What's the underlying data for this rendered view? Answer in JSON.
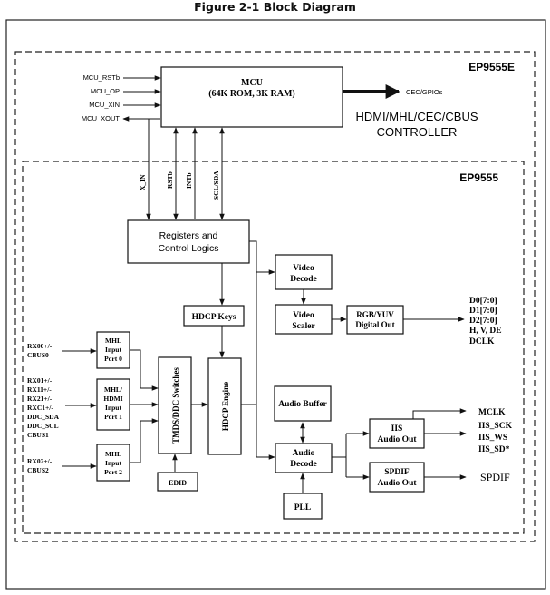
{
  "figure_title": "Figure 2-1  Block Diagram",
  "chips": {
    "outer": "EP9555E",
    "inner": "EP9555"
  },
  "controller_title": [
    "HDMI/MHL/CEC/CBUS",
    "CONTROLLER"
  ],
  "mcu": {
    "title": "MCU",
    "subtitle": "(64K ROM, 3K RAM)"
  },
  "mcu_inputs": [
    "MCU_RSTb",
    "MCU_OP",
    "MCU_XIN",
    "MCU_XOUT"
  ],
  "cec_output": "CEC/GPIOs",
  "bus_labels": [
    "X_IN",
    "RSTb",
    "INTb",
    "SCL/SDA"
  ],
  "registers": [
    "Registers and",
    "Control Logics"
  ],
  "port_inputs": {
    "port0": [
      "RX00+/-",
      "CBUS0"
    ],
    "port1": [
      "RX01+/-",
      "RX11+/-",
      "RX21+/-",
      "RXC1+/-",
      "DDC_SDA",
      "DDC_SCL",
      "CBUS1"
    ],
    "port2": [
      "RX02+/-",
      "CBUS2"
    ]
  },
  "ports": {
    "port0": [
      "MHL",
      "Input",
      "Port 0"
    ],
    "port1": [
      "MHL/",
      "HDMI",
      "Input",
      "Port 1"
    ],
    "port2": [
      "MHL",
      "Input",
      "Port 2"
    ]
  },
  "tmds_switch": "TMDS/DDC Switches",
  "edid": "EDID",
  "hdcp_keys": "HDCP Keys",
  "hdcp_engine": "HDCP Engine",
  "video_decode": [
    "Video",
    "Decode"
  ],
  "video_scaler": [
    "Video",
    "Scaler"
  ],
  "rgb_out": [
    "RGB/YUV",
    "Digital Out"
  ],
  "video_outputs": [
    "D0[7:0]",
    "D1[7:0]",
    "D2[7:0]",
    "H, V, DE",
    "DCLK"
  ],
  "audio_buffer": "Audio Buffer",
  "audio_decode": [
    "Audio",
    "Decode"
  ],
  "pll": "PLL",
  "iis_out": [
    "IIS",
    "Audio Out"
  ],
  "spdif_out": [
    "SPDIF",
    "Audio Out"
  ],
  "iis_signals": [
    "MCLK",
    "IIS_SCK",
    "IIS_WS",
    "IIS_SD*"
  ],
  "spdif_signal": "SPDIF"
}
